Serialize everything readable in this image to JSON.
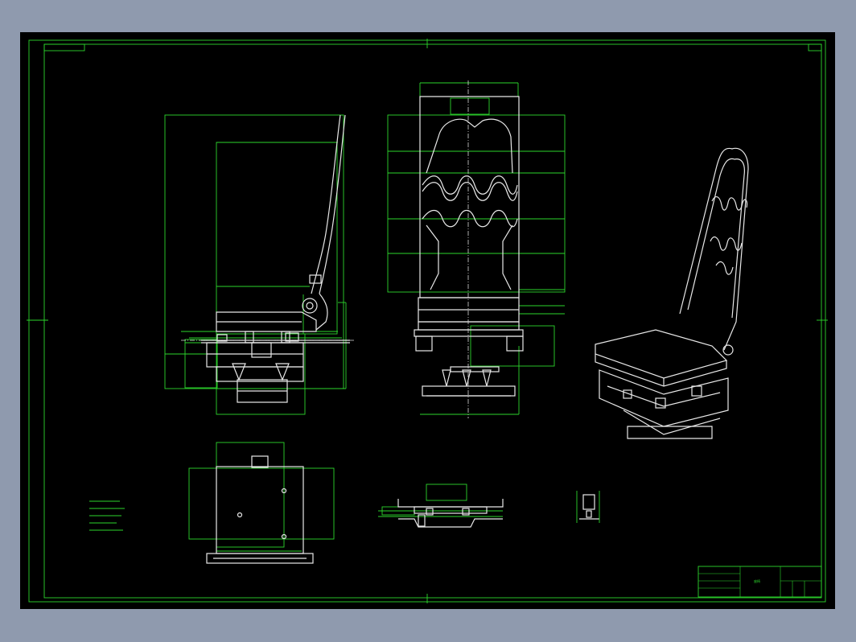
{
  "drawing": {
    "background": "#000000",
    "frame_color": "#2cd62c",
    "line_color": "#e8e8e8",
    "desktop_color": "#8f9aae"
  },
  "views": [
    {
      "name": "side-view"
    },
    {
      "name": "front-view"
    },
    {
      "name": "isometric-view"
    },
    {
      "name": "base-plan-view"
    },
    {
      "name": "section-view"
    },
    {
      "name": "detail-view"
    }
  ],
  "title_block": {
    "title": "座椅"
  }
}
